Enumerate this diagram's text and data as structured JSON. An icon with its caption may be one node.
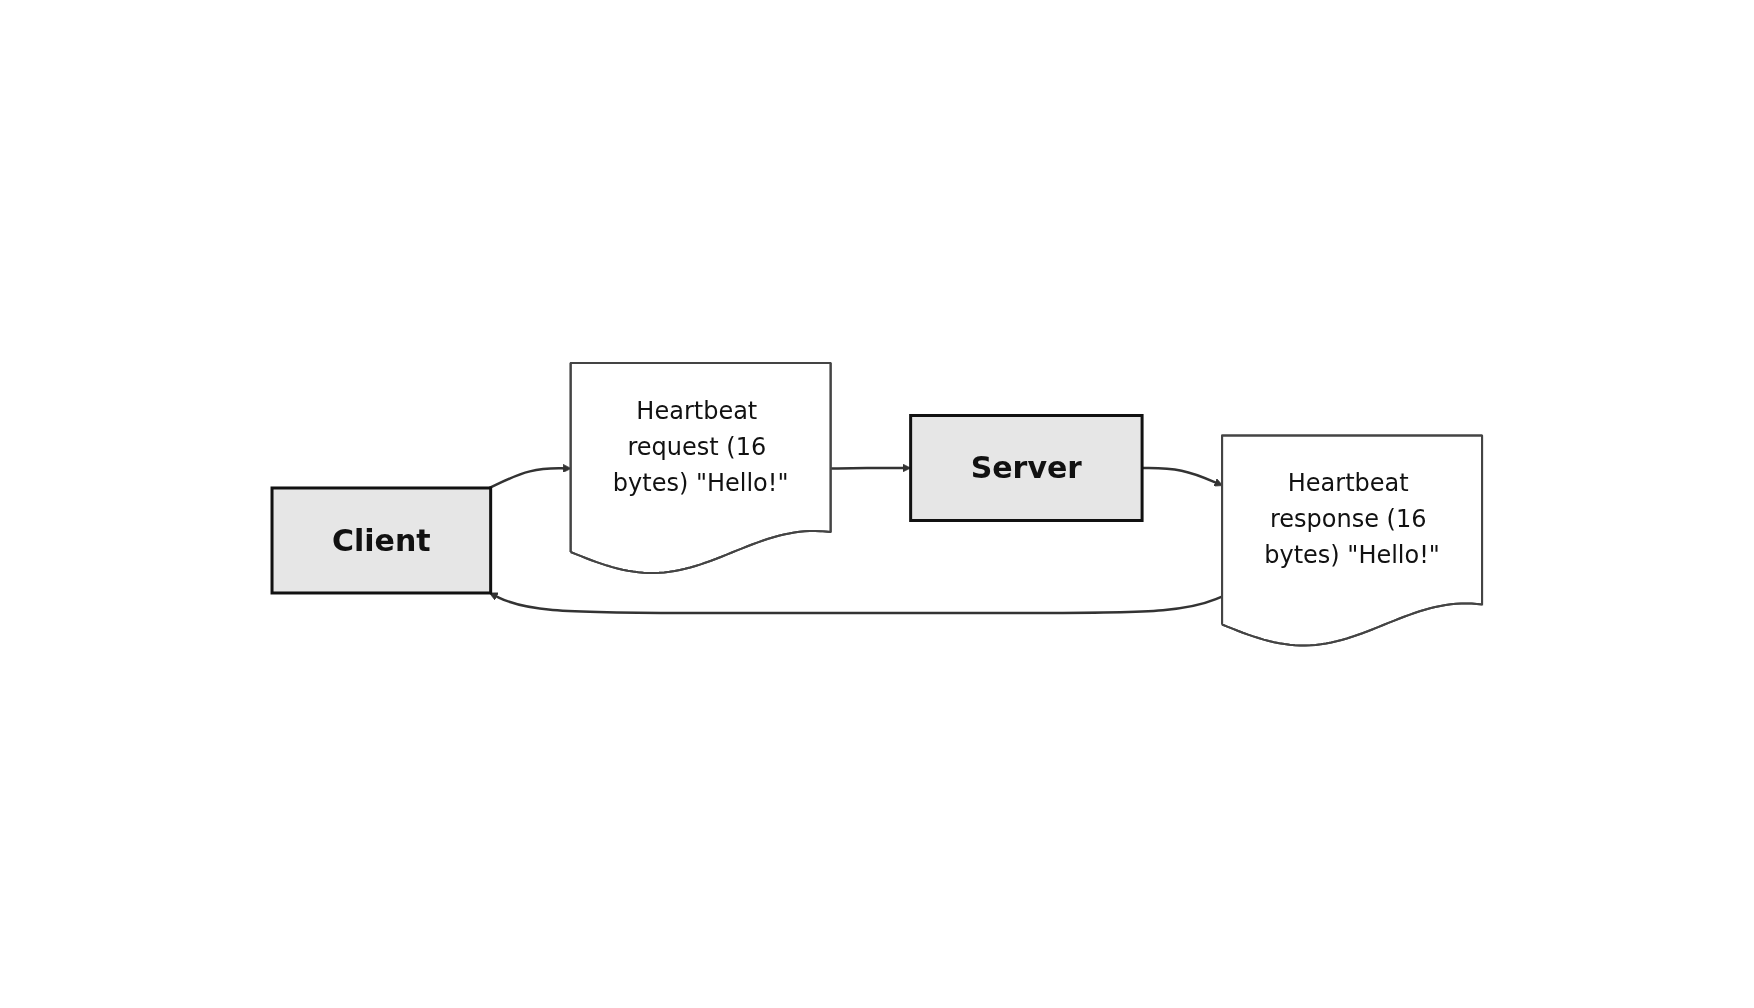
{
  "diagram": {
    "nodes": [
      {
        "text": [
          "Client"
        ]
      },
      {
        "text": [
          "Server"
        ]
      },
      {
        "text": [
          "Heartbeat request (16 bytes) \"Hello!\""
        ]
      },
      {
        "text": [
          "Heartbeat response (16 bytes) \"Hello!\""
        ]
      }
    ],
    "edges": [
      {
        "from": 0,
        "to": 2,
        "arrow": "to"
      },
      {
        "from": 2,
        "to": 1,
        "arrow": "to"
      },
      {
        "from": 1,
        "to": 3,
        "arrow": "to"
      },
      {
        "from": 3,
        "to": 0,
        "arrow": "to"
      }
    ]
  }
}
